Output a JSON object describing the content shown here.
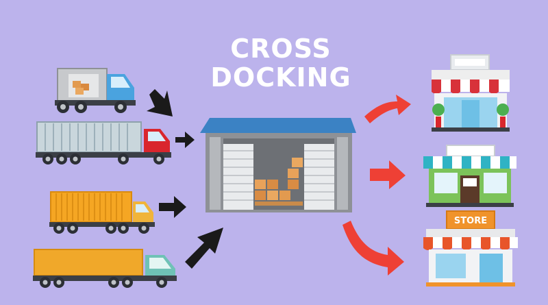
{
  "title": {
    "line1": "CROSS",
    "line2": "DOCKING"
  },
  "stores": {
    "store3_sign": "STORE"
  },
  "colors": {
    "background": "#bcb3ec",
    "arrow_inbound": "#1a1a1a",
    "arrow_outbound": "#ee4035",
    "warehouse_roof": "#3b82c4",
    "truck1_cab": "#4aa3df",
    "truck2_cab": "#d9262d",
    "truck3_container": "#f5a623",
    "truck4_cab": "#6fc2b6"
  }
}
